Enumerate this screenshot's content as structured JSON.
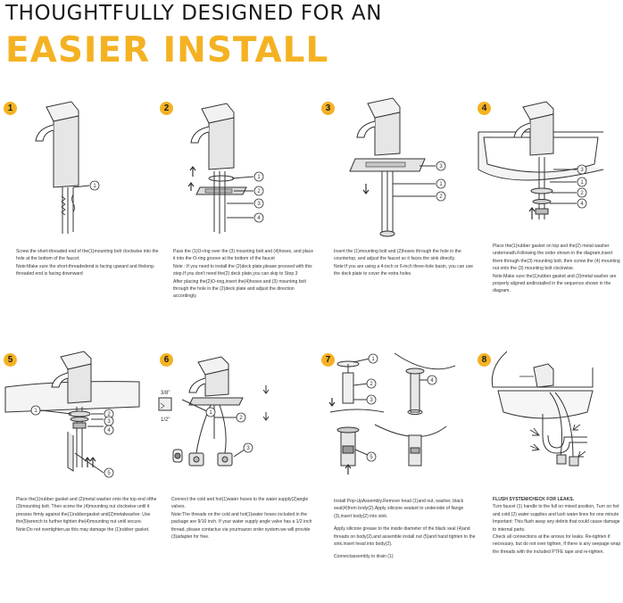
{
  "header": {
    "line1": "THOUGHTFULLY DESIGNED FOR AN",
    "line2": "EASIER INSTALL"
  },
  "colors": {
    "accent": "#f4b223",
    "line": "#333333"
  },
  "steps": [
    {
      "number": "1",
      "callouts": [
        "1"
      ],
      "paragraphs": [
        "Screw the short-threaded end of the(1)mounting bolt clockwise into the hole at the bottom of the faucet.",
        "Note:Make sure the short-threadedend is facing upward and thelong-threaded end is facing downward"
      ]
    },
    {
      "number": "2",
      "callouts": [
        "1",
        "2",
        "3",
        "4"
      ],
      "paragraphs": [
        "Pass the (1)O-ring over the (3) mounting bolt and (4)hoses, and place it into the O-ring groove at the bottom of the faucet",
        "Note : If you need to install the (2)deck plate,please proceed with this step.If you don't need the(2) deck plate,you can skip to Step 3",
        "After placing the(2)O-ring,insert the(4)hoses and (3) mounting bolt through the hole in the (2)deck plate and adjust the direction accordingly."
      ]
    },
    {
      "number": "3",
      "callouts": [
        "3",
        "1",
        "2"
      ],
      "paragraphs": [
        "Insert the (1)mounting bolt and (2)hoses through the hole in the countertop, and adjust the faucet so it faces the sink directly.",
        "Note:If you are using a 4-inch or 6-inch three-hole basin, you can use the deck plate to cover the extra holes."
      ]
    },
    {
      "number": "4",
      "callouts": [
        "3",
        "1",
        "2",
        "4"
      ],
      "paragraphs": [
        "Place the(1)rubber gasket on top and the(2) metal washer underneath.Following the order shown in the diagram,insert them through the(3) mounting bolt, then screw the (4) mounting nut onto the (3) mounting bolt clockwise.",
        "Note:Make sure the(1)rubber gasket and (2)metal washer are properly aligned andinstalled in the sequence shown in the diagram."
      ]
    },
    {
      "number": "5",
      "callouts": [
        "1",
        "2",
        "3",
        "4",
        "5"
      ],
      "paragraphs": [
        "Place the(1)rubber gasket and (2)metal washer onto the top end ofthe (3)mounting bolt. Then screw the (4)mounting nut clockwise until it presses firmly against the(1)rubbergasket and(2)metalwasher. Use the(5)wrench to further tighten the(4)mounting nut until secure.",
        "Note:Do not overtighten,as this may damage the (1)rubber gasket."
      ]
    },
    {
      "number": "6",
      "callouts": [
        "3/8\"",
        "1/2\"",
        "1",
        "2",
        "3"
      ],
      "paragraphs": [
        "Connect the cold and hot(1)water hoses to the water supply(2)angle valves.",
        "Note:The threads on the cold and hot(1)water hoses included in the package are 9/16 inch. If your water supply angle valve has a 1/2 inch thread, please contactus via yourmazon order system.we will provide (3)adapter for free."
      ]
    },
    {
      "number": "7",
      "callouts": [
        "1",
        "2",
        "3",
        "4",
        "5"
      ],
      "paragraphs": [
        "Install Pop-UpAssembly.Remove head (1)and nut, washer, black seal(4)from body(2).Apply silicone sealant to underside of flange (3),insert body(2) into sink.",
        "Apply silicone grease to the inside diameter of the black seal (4)and threads on body(2),and assemble install nut (5)and hand tighten to the sink.insert head into body(2).",
        "Connectassembly to drain (1)"
      ]
    },
    {
      "number": "8",
      "callouts": [],
      "paragraphs": [
        "FLUSH SYSTEM/CHECK FOR LEAKS.",
        "Turn faucet (1) handle to the full on mixed position, Turn on hot and cold (2) water supplies and lush water lines for one minute",
        "Important: This flush away any debris that could cause damage to internal parts.",
        "Check all connections at the arrows for leaks. Re-tighten if necessary, but do not over tighten, If there is any seepage wrap the threads with the included PTFE tape and re-tighten."
      ]
    }
  ]
}
